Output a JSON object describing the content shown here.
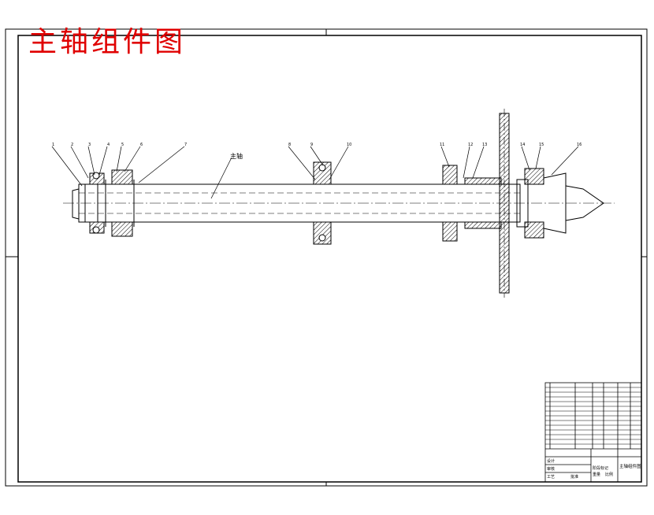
{
  "title": "主轴组件图",
  "shaft_label": "主轴",
  "title_block": {
    "drawing_name": "主轴组件图",
    "row_labels": [
      "设计",
      "审核",
      "工艺",
      "批准"
    ],
    "sheet_labels": [
      "阶段标记",
      "重量",
      "比例"
    ]
  },
  "colors": {
    "title": "#e00000",
    "line": "#000000",
    "background": "#ffffff"
  }
}
